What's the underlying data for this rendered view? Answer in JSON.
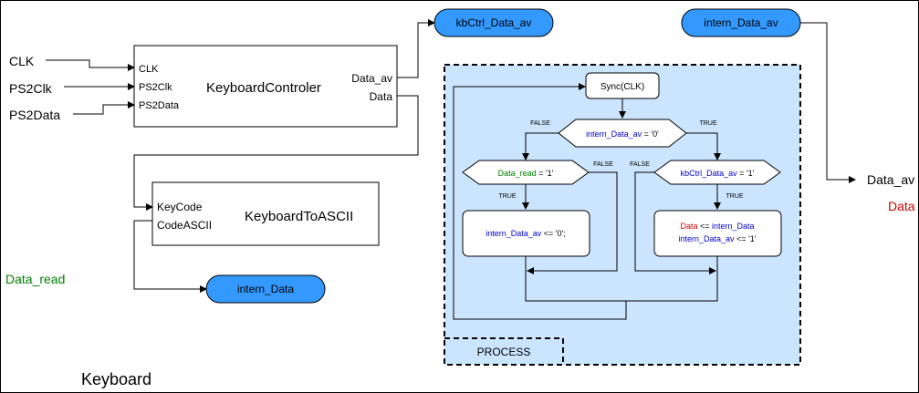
{
  "outer_label": "Keyboard",
  "inputs": {
    "clk": "CLK",
    "ps2clk": "PS2Clk",
    "ps2data": "PS2Data"
  },
  "keyboard_controler": {
    "title": "KeyboardControler",
    "ports_in": [
      "CLK",
      "PS2Clk",
      "PS2Data"
    ],
    "ports_out": [
      "Data_av",
      "Data"
    ]
  },
  "keyboard_to_ascii": {
    "title": "KeyboardToASCII",
    "ports_in": [
      "KeyCode"
    ],
    "ports_out": [
      "CodeASCII"
    ]
  },
  "signals": {
    "kbctrl_data_av": "kbCtrl_Data_av",
    "intern_data_av": "intern_Data_av",
    "intern_data": "intern_Data"
  },
  "outputs": {
    "data_av": "Data_av",
    "data": "Data",
    "data_read": "Data_read"
  },
  "process": {
    "label": "PROCESS",
    "sync": "Sync(CLK)",
    "decision_main": {
      "var": "intern_Data_av",
      "rest": " = '0'"
    },
    "decision_left": {
      "var": "Data_read",
      "rest": " = '1'"
    },
    "decision_right": {
      "var": "kbCtrl_Data_av",
      "rest": " = '1'"
    },
    "true_label": "TRUE",
    "false_label": "FALSE",
    "action_left": {
      "var": "intern_Data_av",
      "rest": " <= '0';"
    },
    "action_right_line1": {
      "var1": "Data",
      "op": " <= ",
      "var2": "intern_Data"
    },
    "action_right_line2": {
      "var": "intern_Data_av",
      "rest": " <= '1'"
    }
  },
  "colors": {
    "pill_fill": "#3399ff",
    "process_fill": "#cce5ff",
    "blue_text": "#0000cc",
    "green_text": "#008000",
    "red_text": "#cc0000"
  }
}
